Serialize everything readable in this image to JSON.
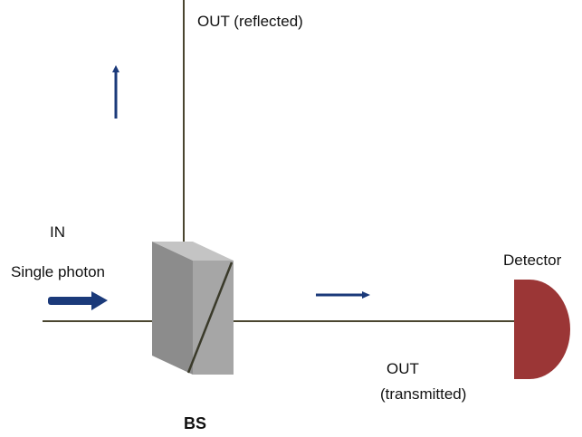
{
  "labels": {
    "out_reflected": "OUT (reflected)",
    "in": "IN",
    "single_photon": "Single photon",
    "detector": "Detector",
    "out": "OUT",
    "transmitted": "(transmitted)",
    "beam_splitter": "BS"
  },
  "colors": {
    "beam": "#4a4630",
    "arrow": "#1b3a7a",
    "cube_front": "#a6a6a6",
    "cube_side": "#8c8c8c",
    "cube_top": "#c4c4c4",
    "detector": "#9b3636",
    "mirror": "#3a3a2a"
  },
  "icons": {
    "photon_arrow": "arrow-right-icon",
    "reflected_arrow": "arrow-up-icon",
    "transmitted_arrow": "arrow-right-icon"
  }
}
